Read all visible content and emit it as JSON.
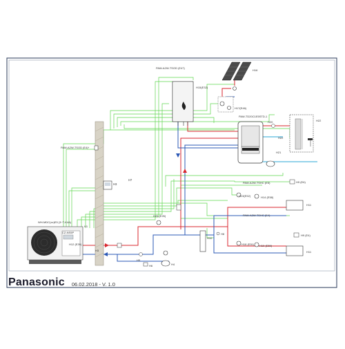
{
  "brand": "Panasonic",
  "version_stamp": "06.02.2018 - V. 1.0",
  "labels": {
    "solar_panels": "H16",
    "wall_boiler": "H15(E32)",
    "boiler_model": "PAW-A2W-TSOD (E47)",
    "pump_group_top": "H17(E46)",
    "buffer_tank_model": "PAW-TD20C1E5STD-1",
    "valve_h20": "H20",
    "valve_h22_left": "H22",
    "expansion_vessel": "H21",
    "shower_panel": "H22",
    "chimney_sensor": "PAW-A2W-TSOD (E4)*",
    "room_controller": "H3",
    "main_bus_line": "H7",
    "sensor_right_1": "PAW-A2W-TSHC (E5)",
    "sensor_right_1_box": "H9 (E6)",
    "mixing_valve_h13": "H13(E52)",
    "pump_h14": "H14 (E58)",
    "radiator_top": "H11",
    "sensor_right_2": "PAW-A2W-TSHC (E4)",
    "sensor_right_2_box": "H9 (E4)",
    "mixing_valve_h18": "H18 (E51)",
    "pump_h19": "H19 (E59)",
    "radiator_bottom": "H11",
    "valve_h25": "H25 (E26)",
    "separator_h10": "H10",
    "valve_h8": "H8",
    "outdoor_unit_model": "WH-MDC(xx)E5 (3~T-K4A)",
    "outdoor_unit_tag": "H1",
    "outdoor_controller": "CZ-NS5P",
    "controller_tag": "H12 (E39)",
    "pipe_h3": "H3",
    "filter_h5": "H5",
    "pump_h4": "H4",
    "valve_h6": "H6"
  },
  "colors": {
    "frame": "#2a3a5a",
    "supply": "#d9262e",
    "return": "#2b58b5",
    "cold_water": "#29a7d6",
    "control": "#4bd13f",
    "sensor": "#7ee27a"
  }
}
